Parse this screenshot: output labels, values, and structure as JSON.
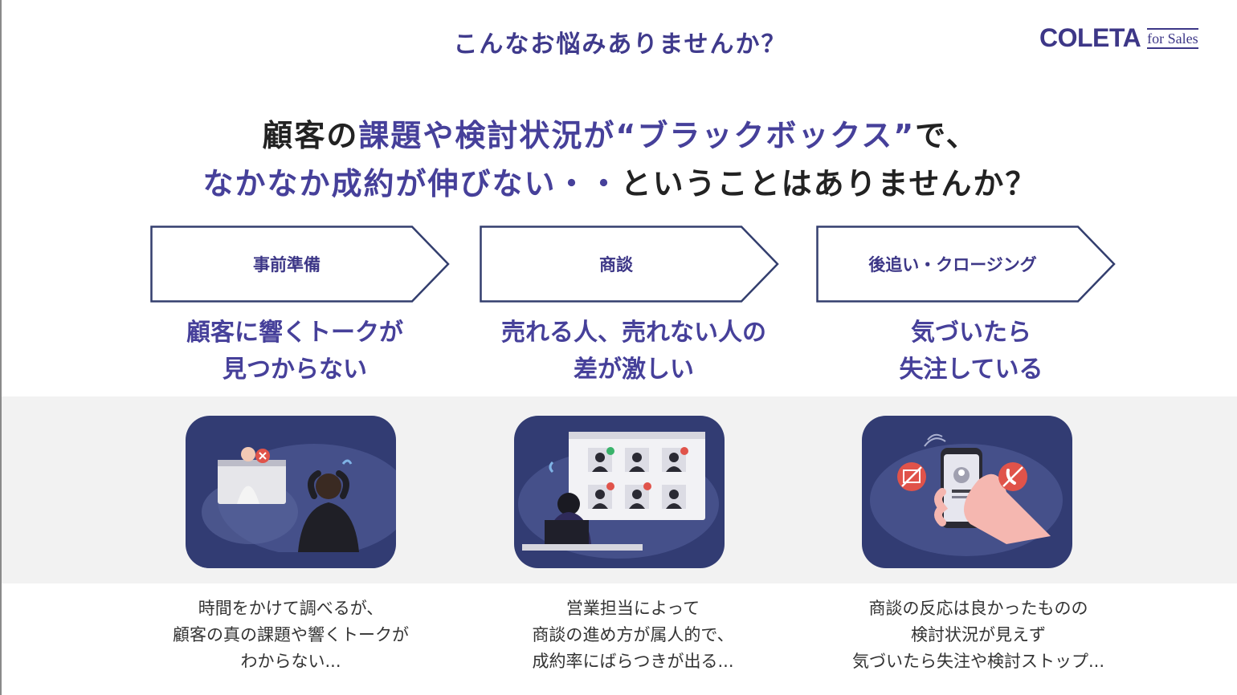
{
  "header": {
    "question": "こんなお悩みありませんか？",
    "logo_main": "COLETA",
    "logo_sub": "for Sales"
  },
  "headline": {
    "line1_a": "顧客の",
    "line1_b": "課題や検討状況が“ブラックボックス”",
    "line1_c": "で、",
    "line2_a": "なかなか成約が伸びない・・",
    "line2_b": "ということはありませんか？"
  },
  "stages": [
    {
      "label": "事前準備",
      "problem_line1": "顧客に響くトークが",
      "problem_line2": "見つからない",
      "description": [
        "時間をかけて調べるが、",
        "顧客の真の課題や響くトークが",
        "わからない..."
      ]
    },
    {
      "label": "商談",
      "problem_line1": "売れる人、売れない人の",
      "problem_line2": "差が激しい",
      "description": [
        "営業担当によって",
        "商談の進め方が属人的で、",
        "成約率にばらつきが出る..."
      ]
    },
    {
      "label": "後追い・クロージング",
      "problem_line1": "気づいたら",
      "problem_line2": "失注している",
      "description": [
        "商談の反応は良かったものの",
        "検討状況が見えず",
        "気づいたら失注や検討ストップ..."
      ]
    }
  ],
  "colors": {
    "brand": "#3d3787",
    "accent_text": "#46409a",
    "illustration_bg": "#323c73",
    "band_bg": "#f2f2f2",
    "alert_red": "#e0534a"
  },
  "illustrations": [
    "frustrated-person-researching-icon",
    "video-meeting-grid-icon",
    "phone-missed-contact-icon"
  ]
}
